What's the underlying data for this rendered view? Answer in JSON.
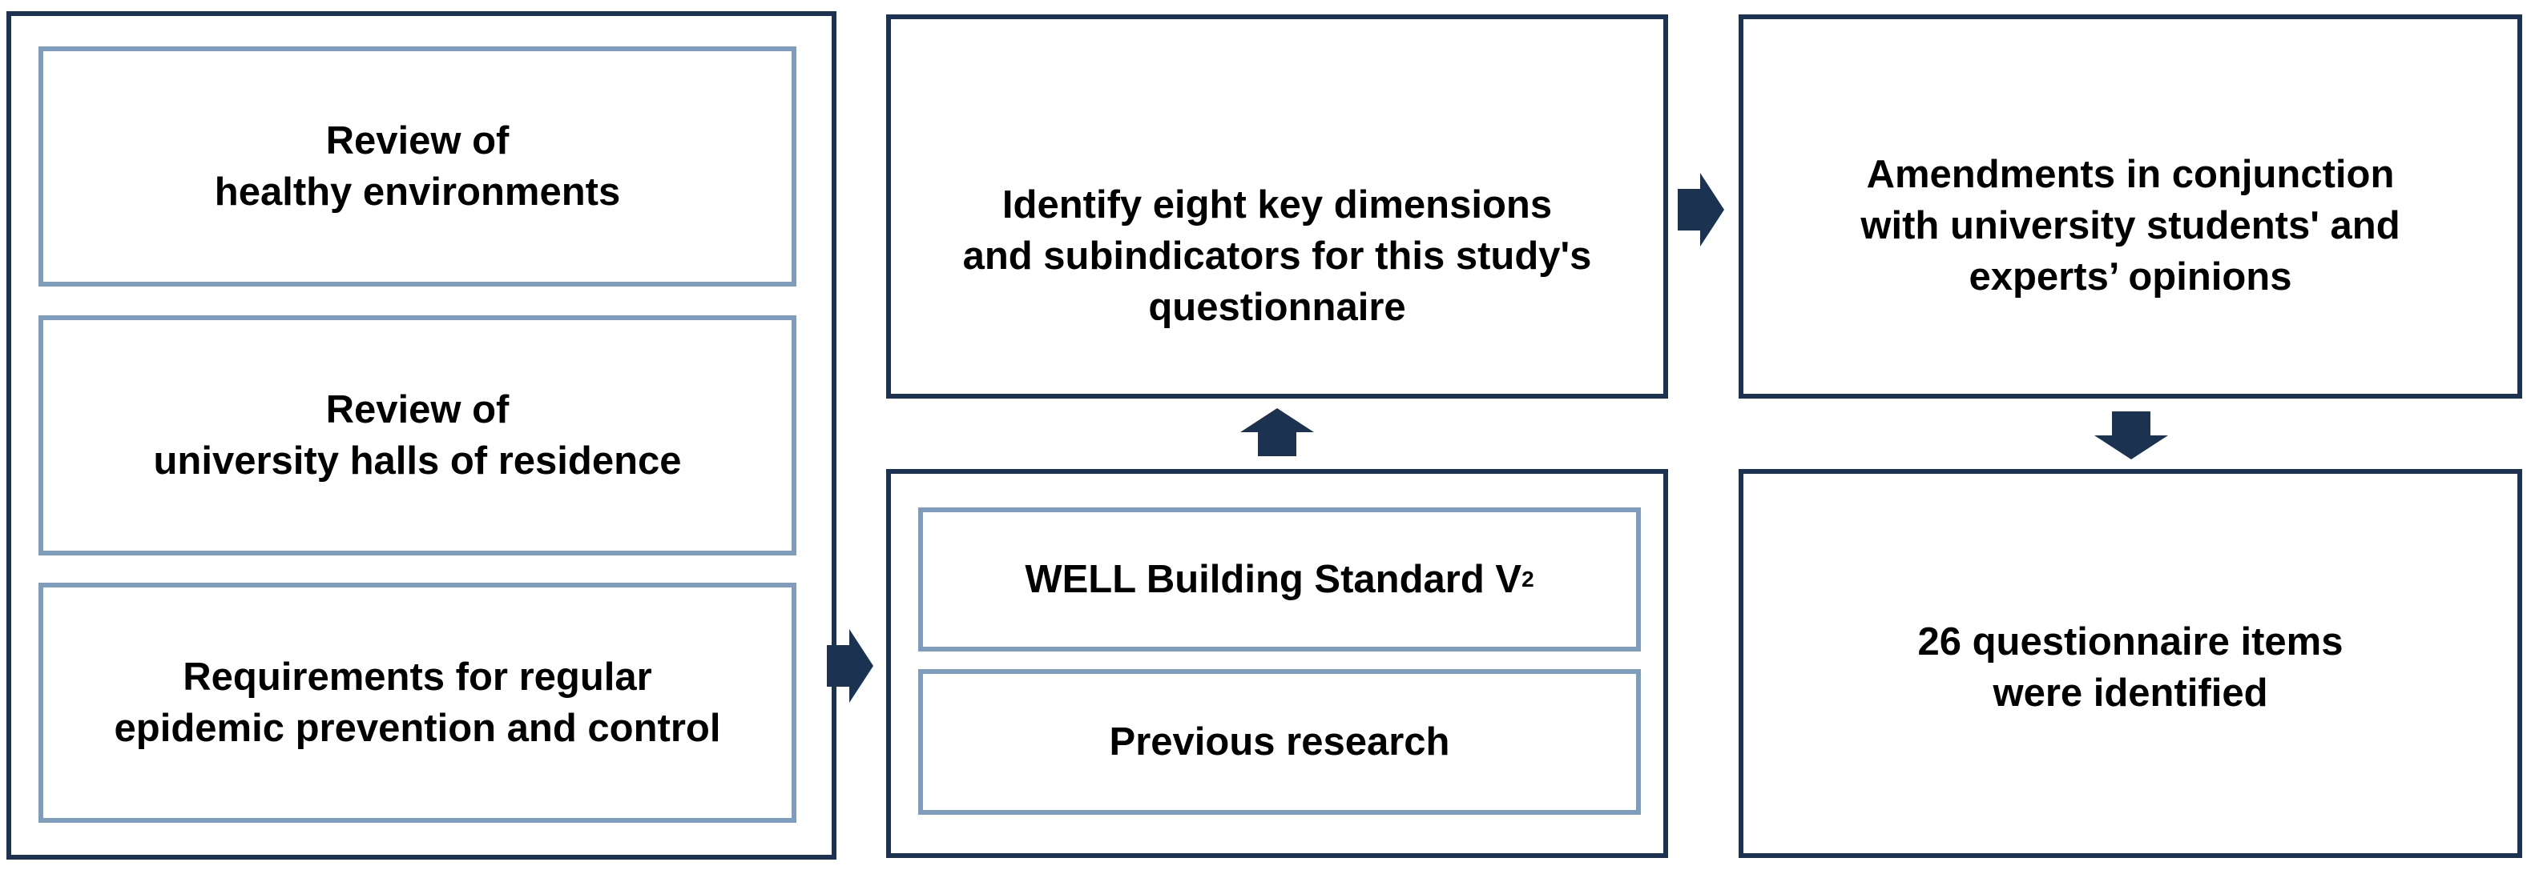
{
  "colors": {
    "box_border": "#1b3350",
    "inner_border": "#7e9cbb",
    "arrow": "#1b3350"
  },
  "sources": {
    "healthy_environments": "Review of\nhealthy environments",
    "halls_of_residence": "Review of\nuniversity halls of residence",
    "epidemic_requirements": "Requirements for regular\nepidemic prevention and control"
  },
  "references": {
    "well_standard": "WELL Building Standard V",
    "well_standard_sup": "2",
    "previous_research": "Previous research"
  },
  "steps": {
    "identify_dimensions": "Identify eight key dimensions\nand subindicators for this study's\nquestionnaire",
    "amendments": "Amendments in conjunction\nwith university students' and\nexperts’ opinions",
    "questionnaire_items": "26 questionnaire items\nwere identified"
  },
  "arrows": [
    "arrow-right",
    "arrow-up",
    "arrow-right",
    "arrow-down"
  ]
}
